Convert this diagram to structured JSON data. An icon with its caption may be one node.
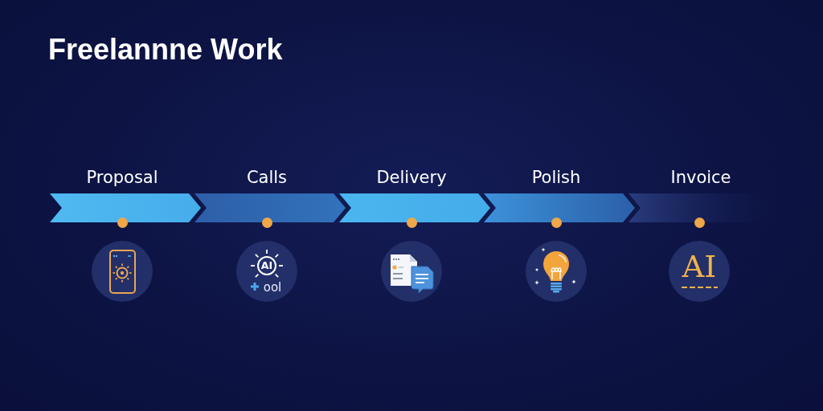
{
  "diagram": {
    "title": "Freelannne Work",
    "nodes": [
      {
        "text": [
          "Proposal"
        ]
      },
      {
        "text": [
          "Calls"
        ]
      },
      {
        "text": [
          "Delivery"
        ]
      },
      {
        "text": [
          "Polish"
        ]
      },
      {
        "text": [
          "Invoice"
        ]
      }
    ],
    "labels": [
      "AI",
      "ool",
      "AI"
    ]
  }
}
